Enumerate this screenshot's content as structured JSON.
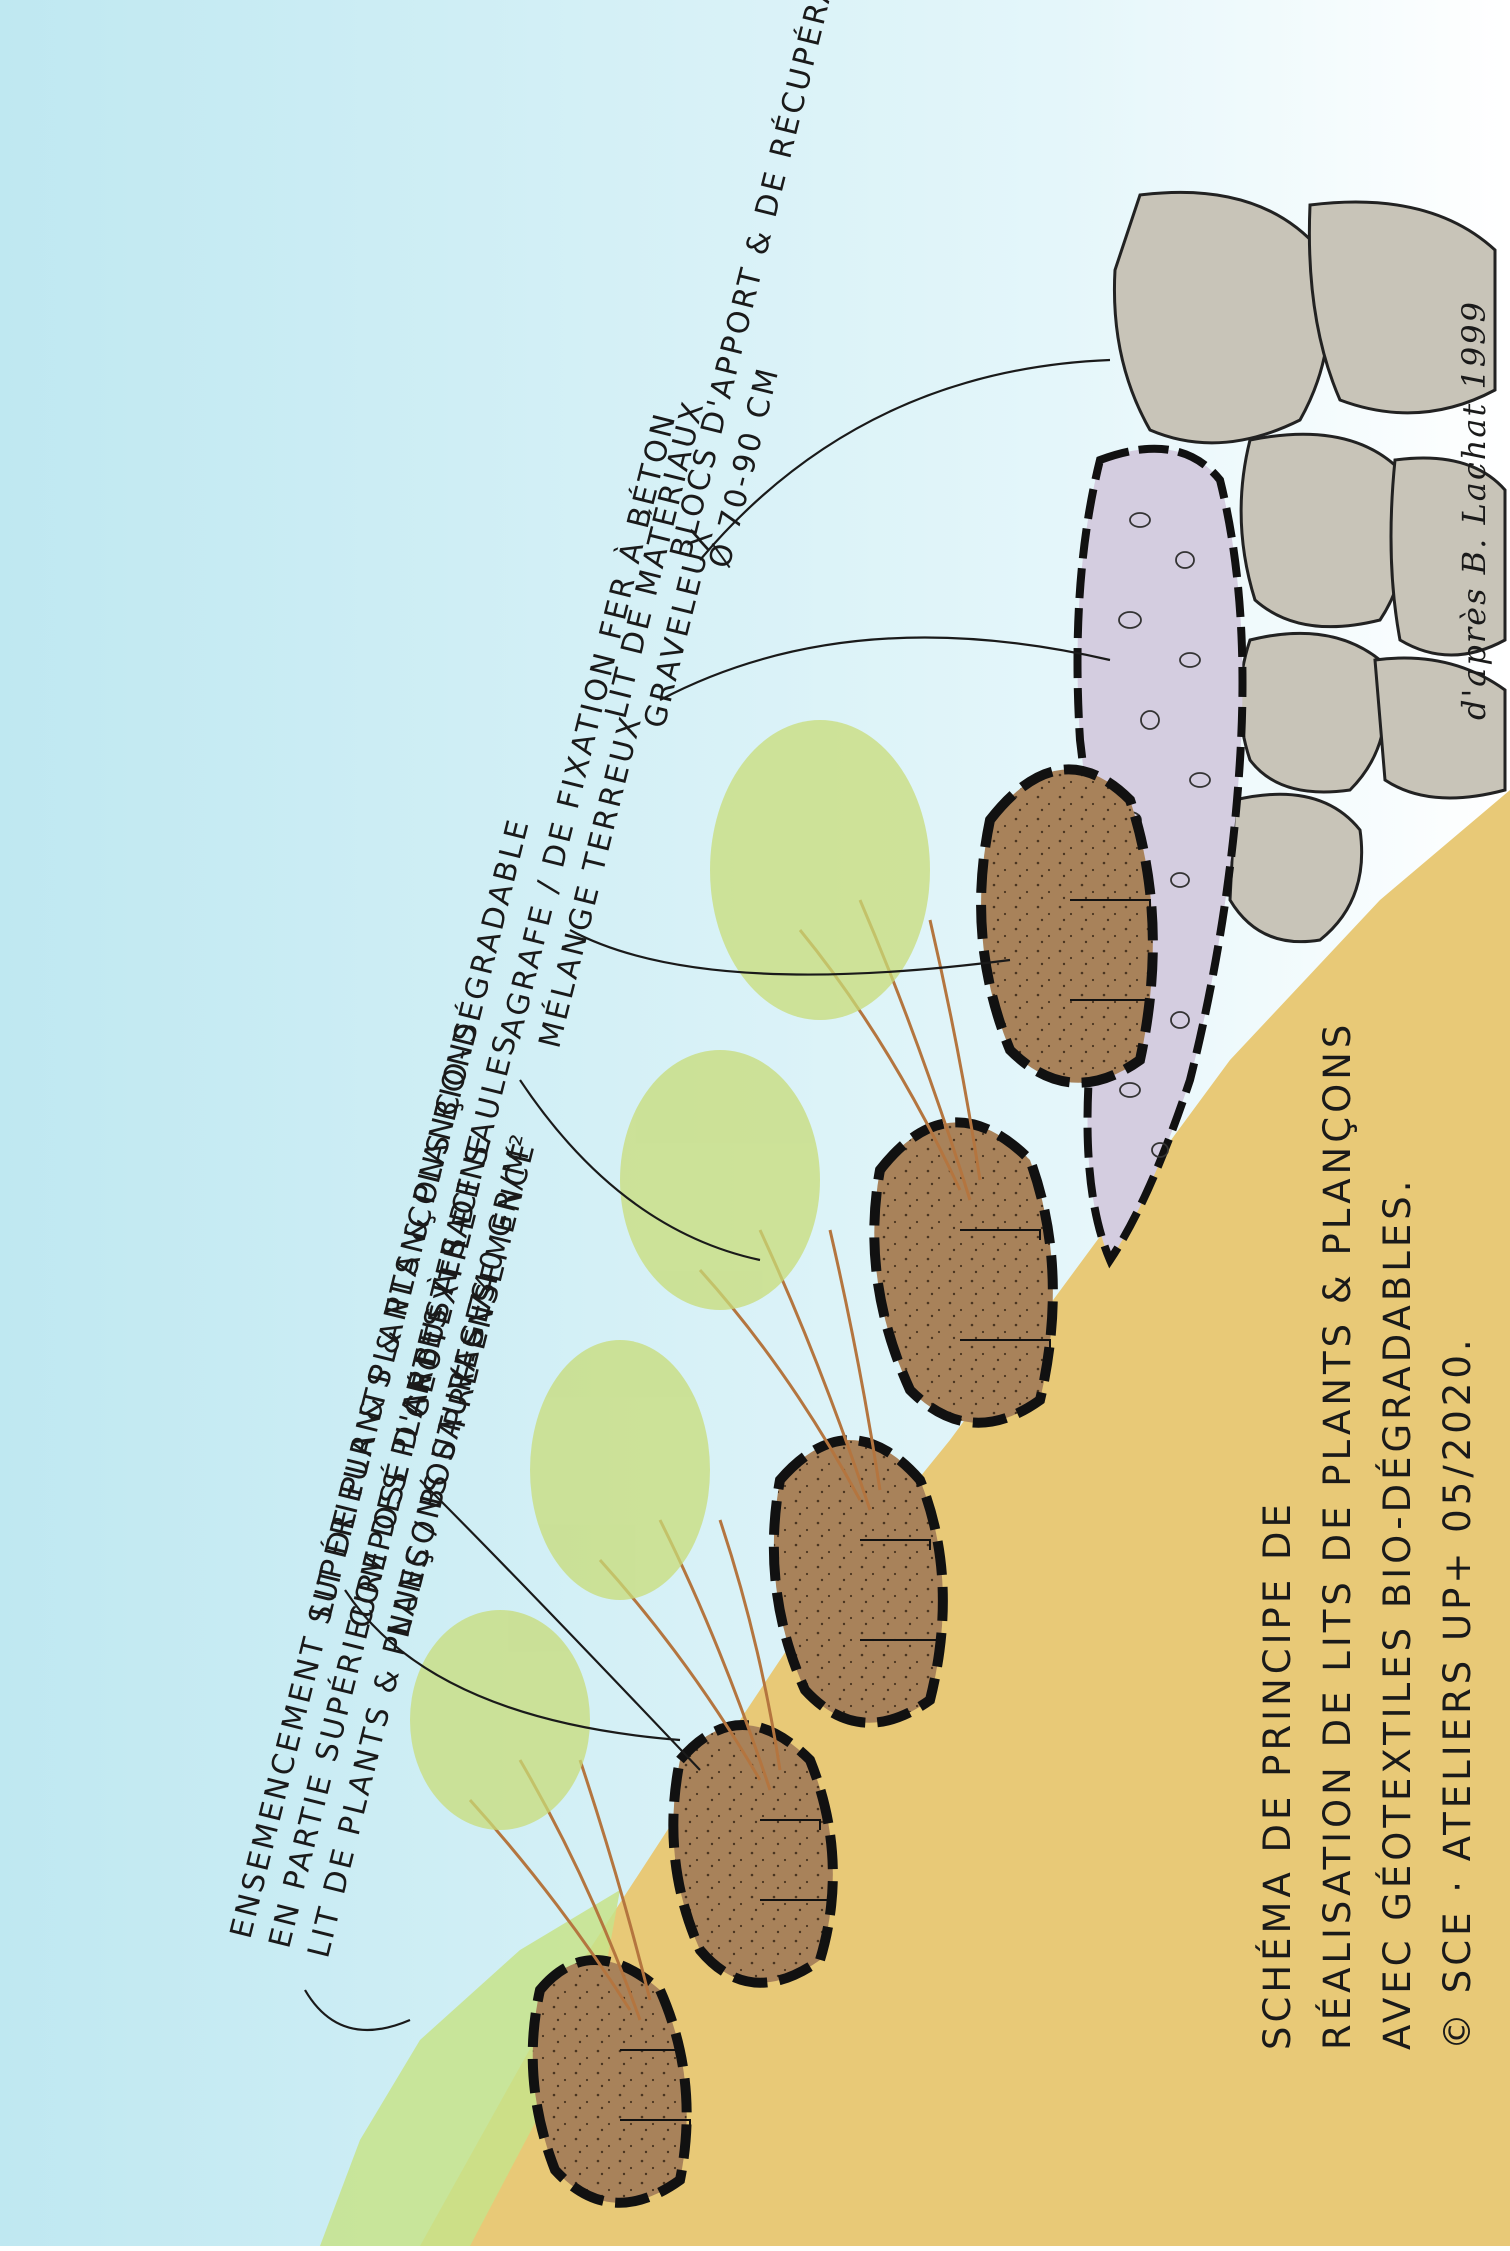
{
  "colors": {
    "sky": "#d6f1f7",
    "ground": "#e8c977",
    "soil": "#a8825a",
    "gravel": "#d4cde0",
    "blocks": "#c8c4b8",
    "foliage": "#c8dc78",
    "branches": "#b4753f",
    "geotextile": "#111111"
  },
  "annotations": [
    {
      "id": "ensemencement",
      "lines": [
        "ENSEMENCEMENT SUPÉRIEUR & PLANTS & PLANÇONS",
        "EN PARTIE SUPÉRIEURE DES PLANTES À RACINE",
        "LIT DE PLANTS & PLANÇONS SAUVAGES"
      ]
    },
    {
      "id": "lit-plants",
      "lines": [
        "LIT DE PLANTS & PLANÇONS BIO-DÉGRADABLE",
        "COMPOSÉ D'ARBUSTES DE SAULES",
        "NUES / BOUTURES  740 GR/M²"
      ]
    },
    {
      "id": "geotextile",
      "lines": [
        "GÉOTEXTILE",
        "PRÉ-ENSEMENCÉ"
      ]
    },
    {
      "id": "agrafe",
      "lines": [
        "AGRAFE / DE FIXATION  FER À BÉTON",
        "MÉLANGE TERREUX"
      ]
    },
    {
      "id": "lit-materiaux",
      "lines": [
        "LIT DE MATÉRIAUX",
        "GRAVELEUX"
      ]
    },
    {
      "id": "blocs",
      "lines": [
        "BLOCS D'APPORT & DE RÉCUPÉRATION",
        "Ø 70-90 CM"
      ]
    }
  ],
  "title": {
    "lines": [
      "SCHÉMA DE PRINCIPE DE",
      "RÉALISATION DE LITS DE PLANTS & PLANÇONS",
      "AVEC GÉOTEXTILES BIO-DÉGRADABLES.",
      "© SCE · ATELIERS UP+ 05/2020."
    ]
  },
  "credit": "d'après B. Lachat 1999"
}
